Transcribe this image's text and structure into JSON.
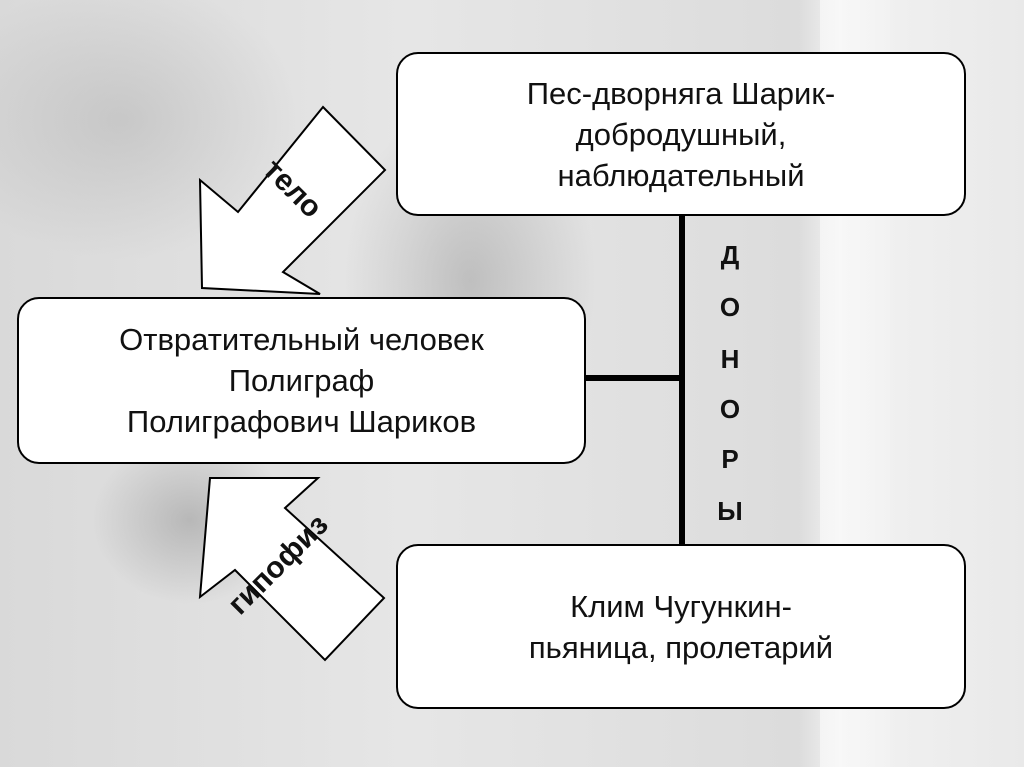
{
  "top_box": {
    "lines": [
      "Пес-дворняга Шарик-",
      "добродушный,",
      "наблюдательный"
    ]
  },
  "middle_box": {
    "lines": [
      "Отвратительный человек",
      "Полиграф",
      "Полиграфович Шариков"
    ]
  },
  "bottom_box": {
    "lines": [
      "Клим Чугункин-",
      "пьяница, пролетарий"
    ]
  },
  "vertical_label": {
    "letters": [
      "Д",
      "О",
      "Н",
      "О",
      "Р",
      "Ы"
    ]
  },
  "arrows": {
    "upper": "тело",
    "lower": "гипофиз"
  }
}
